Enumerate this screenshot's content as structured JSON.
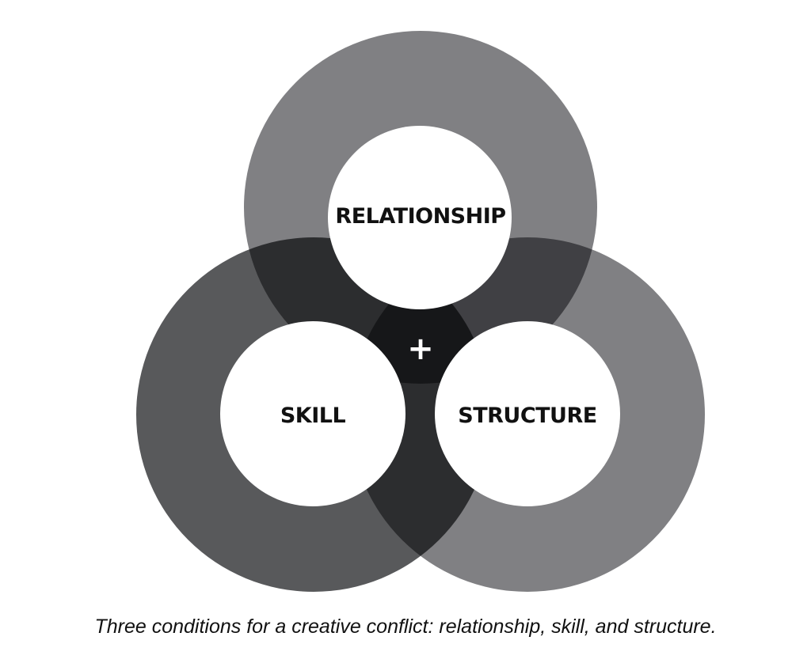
{
  "diagram": {
    "circles": [
      {
        "label": "RELATIONSHIP",
        "color": "#808083"
      },
      {
        "label": "SKILL",
        "color": "#58595b"
      },
      {
        "label": "STRUCTURE",
        "color": "#808083"
      }
    ],
    "center_symbol": "+"
  },
  "caption": "Three conditions for a creative conflict: relationship, skill, and structure."
}
